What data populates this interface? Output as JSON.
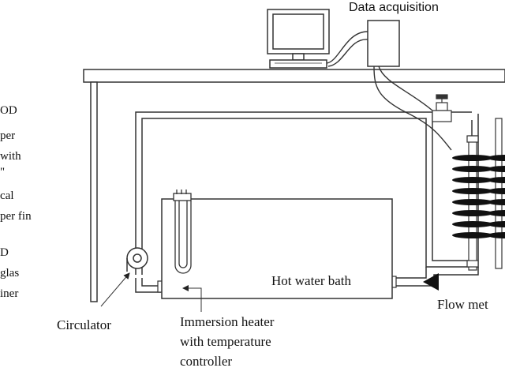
{
  "labels": {
    "data_acquisition": "Data acquisition",
    "circulator": "Circulator",
    "hot_water_bath": "Hot water bath",
    "immersion_heater": [
      "Immersion heater",
      "with temperature",
      "controller"
    ],
    "flow_meter": "Flow met"
  },
  "left_partial_text": [
    "OD",
    "per",
    " with",
    "\"",
    "cal",
    "per fin",
    "D",
    "glas",
    "iner"
  ]
}
